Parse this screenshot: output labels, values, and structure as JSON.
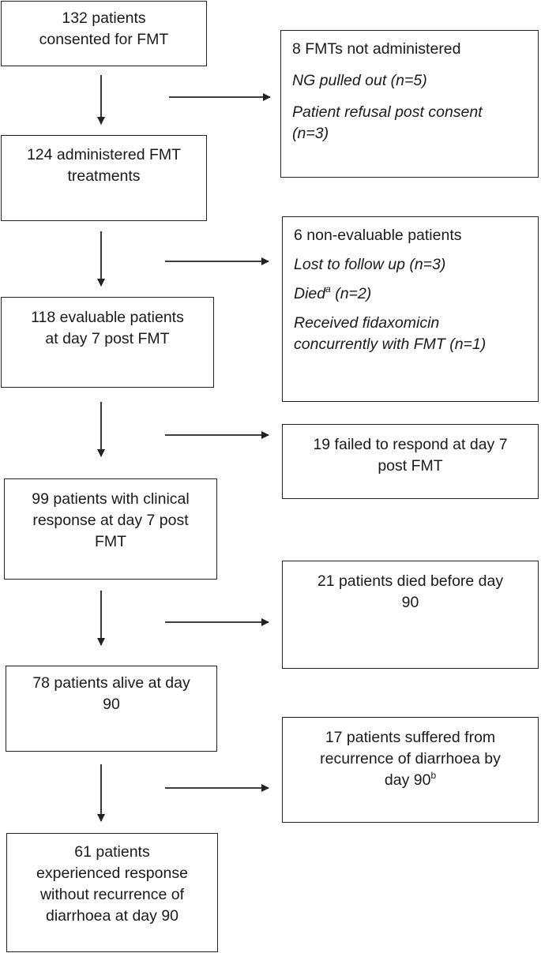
{
  "flow": {
    "consented": [
      "132 patients",
      "consented for FMT"
    ],
    "administered": [
      "124 administered FMT",
      "treatments"
    ],
    "evaluable": [
      "118 evaluable patients",
      "at day 7 post FMT"
    ],
    "clinical_response": [
      "99 patients with clinical",
      "response at day 7 post",
      "FMT"
    ],
    "alive": [
      "78 patients alive at day",
      "90"
    ],
    "final": [
      "61 patients",
      "experienced response",
      "without recurrence of",
      "diarrhoea at day 90"
    ]
  },
  "exclusions": {
    "not_administered": {
      "title": "8 FMTs not administered",
      "ng": "NG pulled out (n=5)",
      "refusal": [
        "Patient refusal post consent",
        "(n=3)"
      ]
    },
    "non_evaluable": {
      "title": "6 non-evaluable patients",
      "lost": "Lost to follow up (n=3)",
      "died_word": "Died",
      "died_sup": "a",
      "died_rest": " (n=2)",
      "fidax": [
        "Received fidaxomicin",
        "concurrently with FMT (n=1)"
      ]
    },
    "failed": [
      "19 failed to respond at day 7",
      "post FMT"
    ],
    "died": [
      "21 patients died before day",
      "90"
    ],
    "recurrence": {
      "lines": [
        "17 patients suffered from",
        "recurrence of diarrhoea by"
      ],
      "last": "day 90",
      "last_sup": "b"
    }
  }
}
